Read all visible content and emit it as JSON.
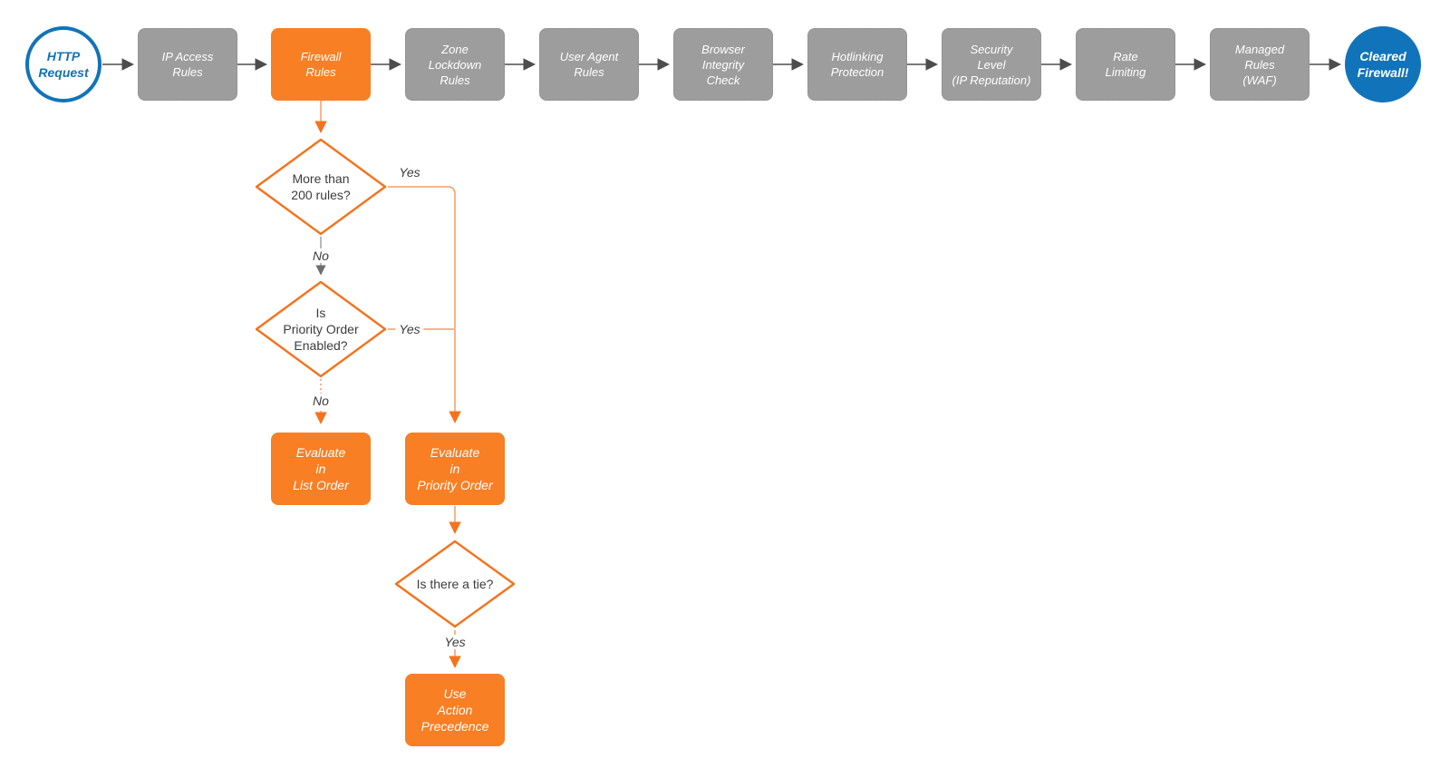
{
  "palette": {
    "orange_fill": "#f87f24",
    "orange_stroke": "#f4731c",
    "orange_wire": "#f79c68",
    "blue": "#1173b9",
    "gray_fill": "#9d9d9d",
    "dark_wire": "#4d4d4d",
    "text_dark": "#3c3c3c",
    "text_light": "#ffffff"
  },
  "flow": {
    "start": {
      "lines": [
        "HTTP",
        "Request"
      ]
    },
    "stages": [
      {
        "lines": [
          "IP Access",
          "Rules"
        ]
      },
      {
        "lines": [
          "Firewall",
          "Rules"
        ],
        "highlight": true
      },
      {
        "lines": [
          "Zone",
          "Lockdown",
          "Rules"
        ]
      },
      {
        "lines": [
          "User Agent",
          "Rules"
        ]
      },
      {
        "lines": [
          "Browser",
          "Integrity",
          "Check"
        ]
      },
      {
        "lines": [
          "Hotlinking",
          "Protection"
        ]
      },
      {
        "lines": [
          "Security",
          "Level",
          "(IP Reputation)"
        ]
      },
      {
        "lines": [
          "Rate",
          "Limiting"
        ]
      },
      {
        "lines": [
          "Managed",
          "Rules",
          "(WAF)"
        ]
      }
    ],
    "end": {
      "lines": [
        "Cleared",
        "Firewall!"
      ]
    }
  },
  "branch": {
    "d1": {
      "lines": [
        "More than",
        "200 rules?"
      ],
      "yes": "Yes",
      "no": "No"
    },
    "d2": {
      "lines": [
        "Is",
        "Priority Order",
        "Enabled?"
      ],
      "yes": "Yes",
      "no": "No"
    },
    "d3": {
      "lines": [
        "Is there a tie?"
      ],
      "yes": "Yes"
    },
    "actions": {
      "list": {
        "lines": [
          "Evaluate",
          "in",
          "List Order"
        ]
      },
      "priority": {
        "lines": [
          "Evaluate",
          "in",
          "Priority Order"
        ]
      },
      "precedence": {
        "lines": [
          "Use",
          "Action",
          "Precedence"
        ]
      }
    }
  }
}
